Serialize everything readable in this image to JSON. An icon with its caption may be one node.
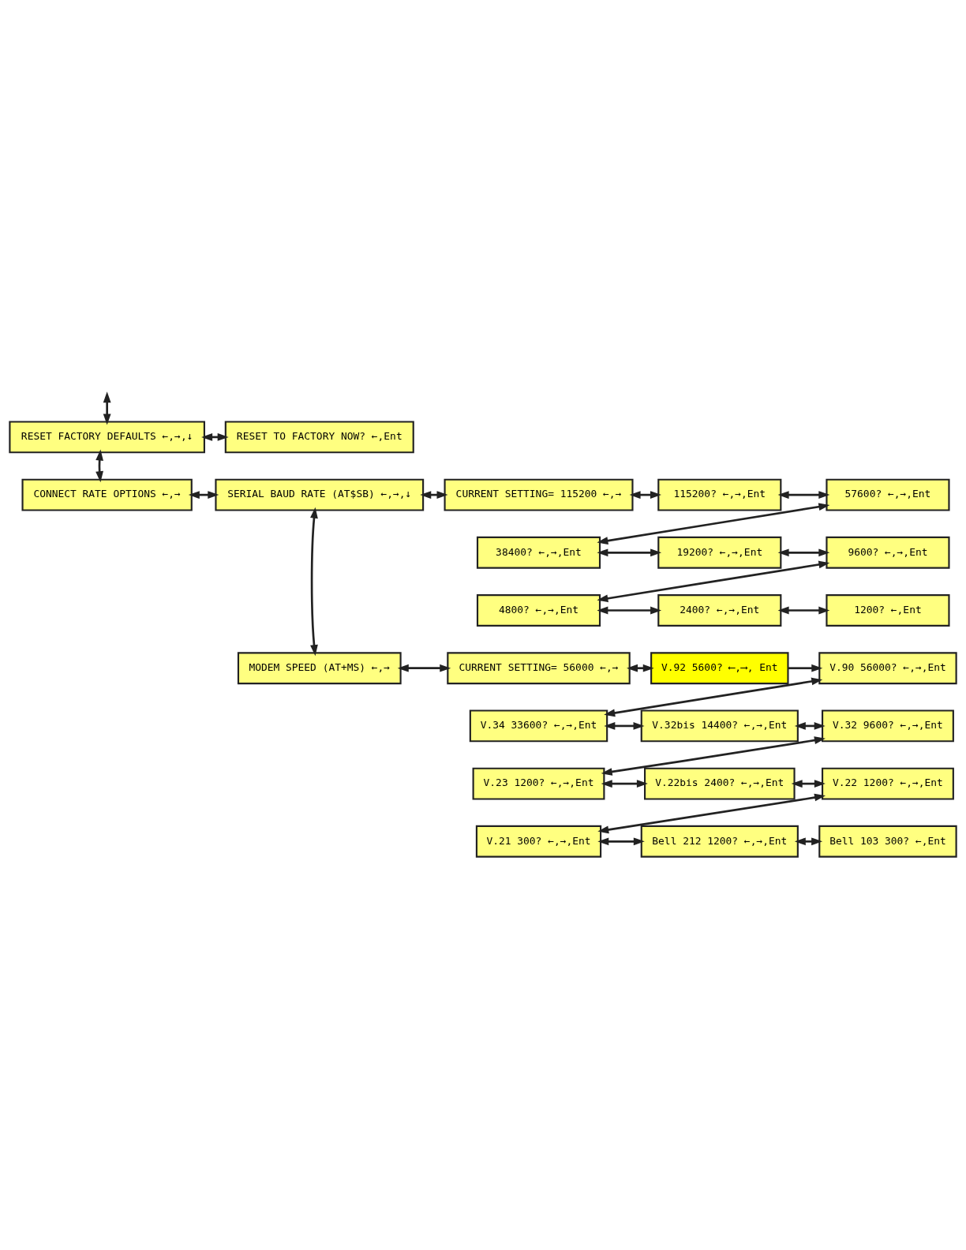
{
  "diagram": {
    "nodes": [
      {
        "text": [
          "RESET FACTORY DEFAULTS ←,→,↓"
        ]
      },
      {
        "text": [
          "RESET TO FACTORY NOW? ←,Ent"
        ]
      },
      {
        "text": [
          "CONNECT RATE OPTIONS ←,→"
        ]
      },
      {
        "text": [
          "SERIAL BAUD RATE (AT$SB) ←,→,↓"
        ]
      },
      {
        "text": [
          "CURRENT SETTING= 115200 ←,→"
        ]
      },
      {
        "text": [
          "115200? ←,→,Ent"
        ]
      },
      {
        "text": [
          "57600? ←,→,Ent"
        ]
      },
      {
        "text": [
          "38400? ←,→,Ent"
        ]
      },
      {
        "text": [
          "19200? ←,→,Ent"
        ]
      },
      {
        "text": [
          "9600? ←,→,Ent"
        ]
      },
      {
        "text": [
          "4800? ←,→,Ent"
        ]
      },
      {
        "text": [
          "2400? ←,→,Ent"
        ]
      },
      {
        "text": [
          "1200? ←,Ent"
        ]
      },
      {
        "text": [
          "MODEM SPEED (AT+MS) ←,→"
        ]
      },
      {
        "text": [
          "CURRENT SETTING= 56000 ←,→"
        ]
      },
      {
        "text": [
          "V.92 5600? ⟵,⟶, Ent"
        ]
      },
      {
        "text": [
          "V.90 56000? ←,→,Ent"
        ]
      },
      {
        "text": [
          "V.34 33600? ←,→,Ent"
        ]
      },
      {
        "text": [
          "V.32bis 14400? ←,→,Ent"
        ]
      },
      {
        "text": [
          "V.32 9600? ←,→,Ent"
        ]
      },
      {
        "text": [
          "V.23 1200? ←,→,Ent"
        ]
      },
      {
        "text": [
          "V.22bis 2400? ←,→,Ent"
        ]
      },
      {
        "text": [
          "V.22 1200? ←,→,Ent"
        ]
      },
      {
        "text": [
          "V.21 300? ←,→,Ent"
        ]
      },
      {
        "text": [
          "Bell 212 1200? ←,→,Ent"
        ]
      },
      {
        "text": [
          "Bell 103 300? ←,Ent"
        ]
      }
    ],
    "edges": [
      {
        "from": null,
        "to": 0,
        "arrow": "both"
      },
      {
        "from": 0,
        "to": 1,
        "arrow": "both"
      },
      {
        "from": 0,
        "to": 2,
        "arrow": "both"
      },
      {
        "from": 2,
        "to": 3,
        "arrow": "both"
      },
      {
        "from": 3,
        "to": 4,
        "arrow": "both"
      },
      {
        "from": 4,
        "to": 5,
        "arrow": "both"
      },
      {
        "from": 5,
        "to": 6,
        "arrow": "both"
      },
      {
        "from": 6,
        "to": 7,
        "arrow": "both"
      },
      {
        "from": 7,
        "to": 8,
        "arrow": "both"
      },
      {
        "from": 8,
        "to": 9,
        "arrow": "both"
      },
      {
        "from": 9,
        "to": 10,
        "arrow": "both"
      },
      {
        "from": 10,
        "to": 11,
        "arrow": "both"
      },
      {
        "from": 11,
        "to": 12,
        "arrow": "both"
      },
      {
        "from": 3,
        "to": 13,
        "arrow": "both"
      },
      {
        "from": 13,
        "to": 14,
        "arrow": "both"
      },
      {
        "from": 14,
        "to": 15,
        "arrow": "both"
      },
      {
        "from": 15,
        "to": 16,
        "arrow": "to"
      },
      {
        "from": 16,
        "to": 17,
        "arrow": "both"
      },
      {
        "from": 17,
        "to": 18,
        "arrow": "both"
      },
      {
        "from": 18,
        "to": 19,
        "arrow": "both"
      },
      {
        "from": 19,
        "to": 20,
        "arrow": "both"
      },
      {
        "from": 20,
        "to": 21,
        "arrow": "both"
      },
      {
        "from": 21,
        "to": 22,
        "arrow": "both"
      },
      {
        "from": 22,
        "to": 23,
        "arrow": "both"
      },
      {
        "from": 23,
        "to": 24,
        "arrow": "both"
      },
      {
        "from": 24,
        "to": 25,
        "arrow": "both"
      }
    ]
  }
}
